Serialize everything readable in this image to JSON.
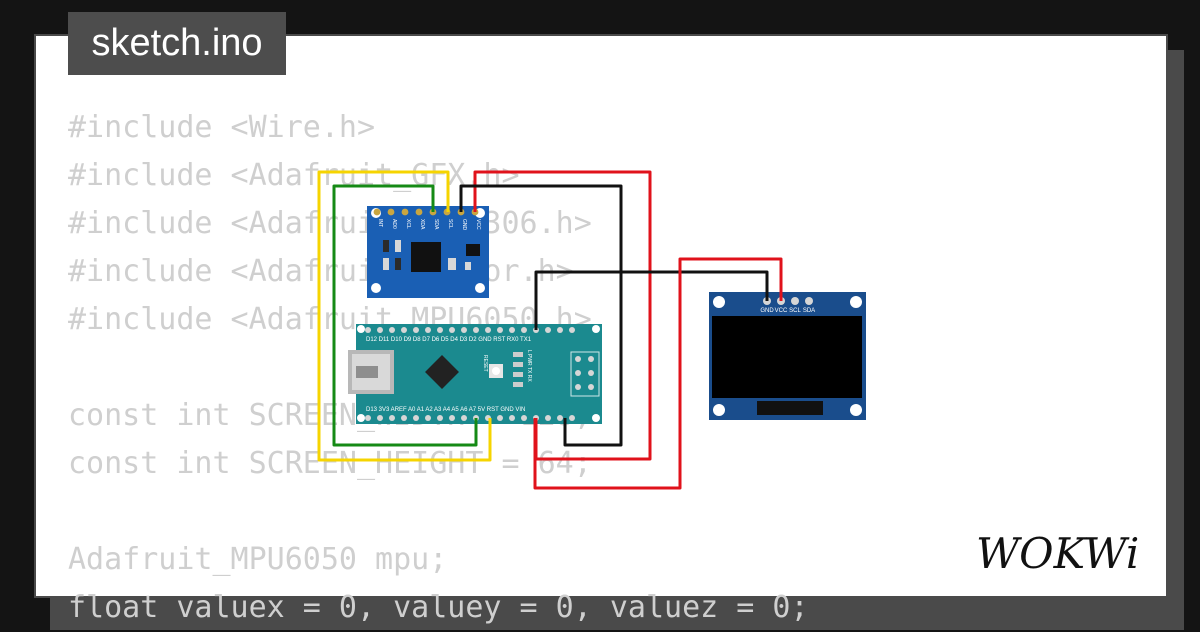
{
  "tab": {
    "title": "sketch.ino"
  },
  "code_lines": [
    "#include <Wire.h>",
    "#include <Adafruit_GFX.h>",
    "#include <Adafruit_SSD1306.h>",
    "#include <Adafruit_Sensor.h>",
    "#include <Adafruit_MPU6050.h>",
    "",
    "const int SCREEN_WIDTH = 128;",
    "const int SCREEN_HEIGHT = 64;",
    "",
    "Adafruit_MPU6050 mpu;",
    "float valuex = 0, valuey = 0, valuez = 0;"
  ],
  "mpu": {
    "pins": [
      "INT",
      "AD0",
      "XCL",
      "XDA",
      "SDA",
      "SCL",
      "GND",
      "VCC"
    ]
  },
  "oled": {
    "pins": [
      "GND",
      "VCC",
      "SCL",
      "SDA"
    ]
  },
  "nano": {
    "top_labels": "D12 D11 D10 D9 D8 D7 D6 D5 D4 D3 D2 GND RST RX0 TX1",
    "bottom_labels": "D13 3V3 AREF A0 A1 A2 A3 A4 A5 A6 A7 5V RST GND VIN",
    "reset_label": "RESET",
    "led_labels": "L PWR TX RX"
  },
  "logo": {
    "text": "WOKWi"
  },
  "colors": {
    "background": "#141414",
    "panel": "#ffffff",
    "frame": "#4a4a4a",
    "code_text": "#cfcfcf",
    "nano_board": "#1b8a8f",
    "mpu_board": "#1a5fb4",
    "oled_board": "#1a4d8c",
    "wire_yellow": "#f6d400",
    "wire_green": "#158a15",
    "wire_red": "#e0121b",
    "wire_black": "#111111"
  }
}
